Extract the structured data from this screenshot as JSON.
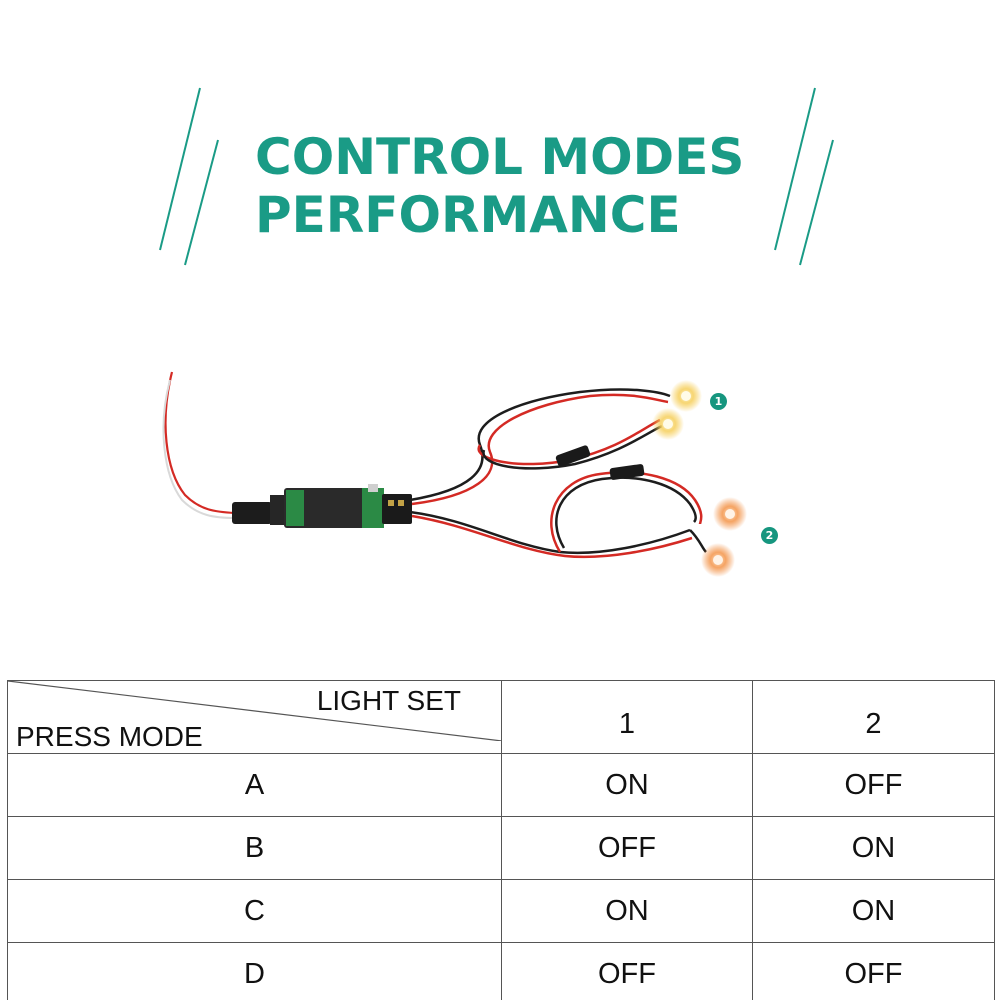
{
  "header": {
    "title_line1": "CONTROL MODES",
    "title_line2": "PERFORMANCE"
  },
  "colors": {
    "accent": "#1a9b86",
    "wire_red": "#d42a24",
    "wire_black": "#1d1d1d",
    "board_green": "#1f7a3a",
    "led_warm": "#f6c94a",
    "led_orange": "#f08a3c"
  },
  "light_markers": [
    {
      "label": "1"
    },
    {
      "label": "2"
    }
  ],
  "table": {
    "corner_top": "LIGHT SET",
    "corner_bottom": "PRESS MODE",
    "columns": [
      "1",
      "2"
    ],
    "rows": [
      {
        "mode": "A",
        "set1": "ON",
        "set2": "OFF"
      },
      {
        "mode": "B",
        "set1": "OFF",
        "set2": "ON"
      },
      {
        "mode": "C",
        "set1": "ON",
        "set2": "ON"
      },
      {
        "mode": "D",
        "set1": "OFF",
        "set2": "OFF"
      }
    ]
  }
}
